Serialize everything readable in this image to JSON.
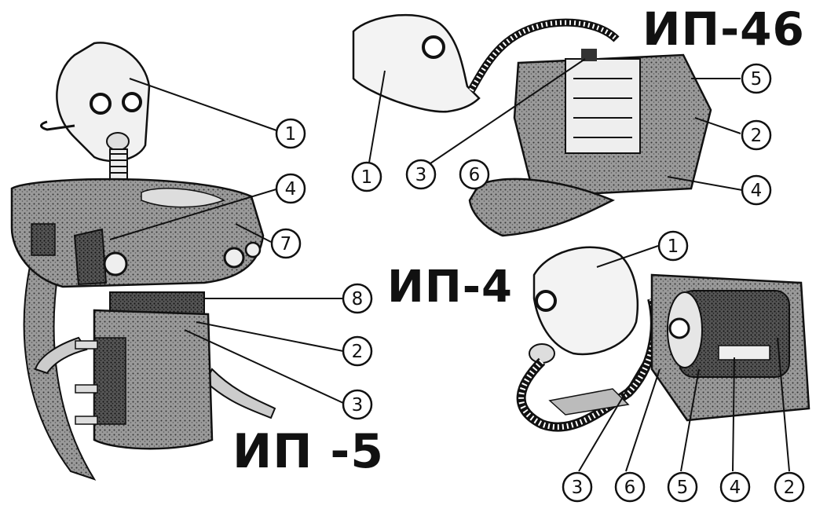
{
  "titles": {
    "ip46": "ИП-46",
    "ip4": "ИП-4",
    "ip5": "ИП -5"
  },
  "callouts": {
    "ip5": [
      "1",
      "4",
      "7",
      "8",
      "2",
      "3"
    ],
    "ip46": [
      "1",
      "3",
      "6",
      "5",
      "2",
      "4"
    ],
    "ip4": [
      "1",
      "3",
      "6",
      "5",
      "4",
      "2"
    ]
  },
  "colors": {
    "ink": "#111111",
    "shade": "#6b6b6b",
    "dark": "#333333",
    "paper": "#ffffff"
  }
}
